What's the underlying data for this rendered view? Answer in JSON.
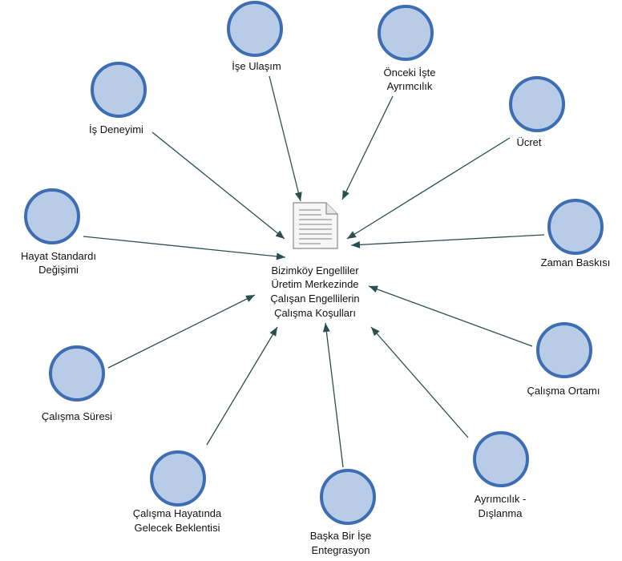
{
  "center": {
    "lines": [
      "Bizimköy Engelliler",
      "Üretim Merkezinde",
      "Çalışan Engellilerin",
      "Çalışma Koşulları"
    ],
    "icon": "document-icon"
  },
  "nodes": [
    {
      "id": "ise-ulasim",
      "lines": [
        "İşe Ulaşım"
      ]
    },
    {
      "id": "onceki-iste-ayrimcilik",
      "lines": [
        "Önceki İşte",
        "Ayrımcılık"
      ]
    },
    {
      "id": "ucret",
      "lines": [
        "Ücret"
      ]
    },
    {
      "id": "zaman-baskisi",
      "lines": [
        "Zaman Baskısı"
      ]
    },
    {
      "id": "calisma-ortami",
      "lines": [
        "Çalışma Ortamı"
      ]
    },
    {
      "id": "ayrimcilik-dislanma",
      "lines": [
        "Ayrımcılık -",
        "Dışlanma"
      ]
    },
    {
      "id": "baska-bir-ise-entegrasyon",
      "lines": [
        "Başka Bir İşe",
        "Entegrasyon"
      ]
    },
    {
      "id": "gelecek-beklentisi",
      "lines": [
        "Çalışma Hayatında",
        "Gelecek Beklentisi"
      ]
    },
    {
      "id": "calisma-suresi",
      "lines": [
        "Çalışma Süresi"
      ]
    },
    {
      "id": "hayat-standardi",
      "lines": [
        "Hayat Standardı",
        "Değişimi"
      ]
    },
    {
      "id": "is-deneyimi",
      "lines": [
        "İş Deneyimi"
      ]
    }
  ],
  "colors": {
    "node_fill": "#b8cce8",
    "node_stroke": "#3d6db3",
    "edge": "#2b4f4f"
  }
}
